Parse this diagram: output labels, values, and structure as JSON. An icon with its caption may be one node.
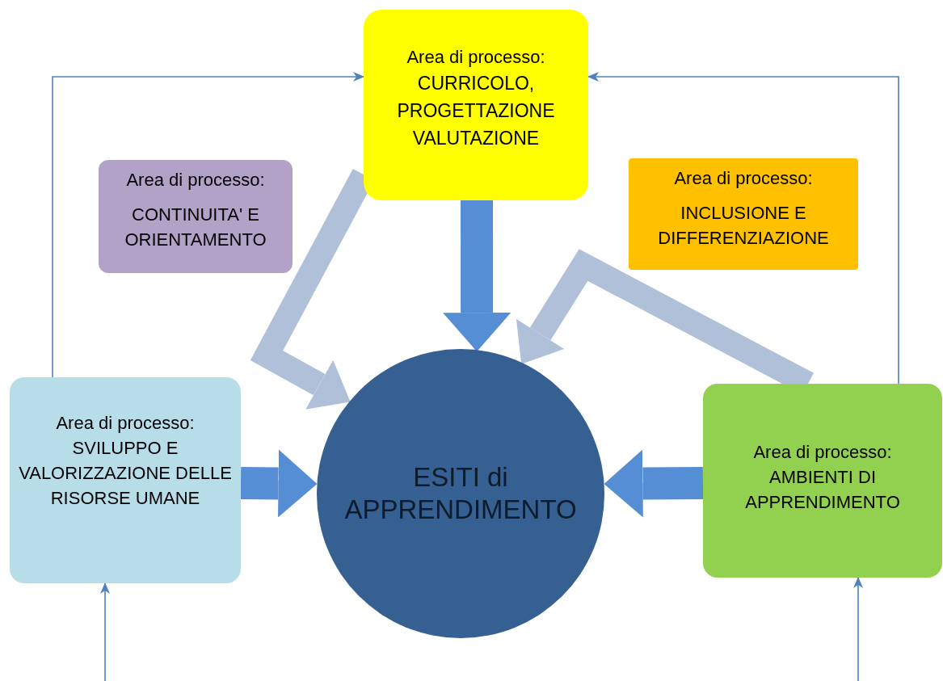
{
  "diagram": {
    "nodes": [
      {
        "text": [
          "Area di processo:",
          "CURRICOLO, PROGETTAZIONE VALUTAZIONE"
        ]
      },
      {
        "text": [
          "Area di processo:",
          "CONTINUITA' E ORIENTAMENTO"
        ]
      },
      {
        "text": [
          "Area di processo:",
          "INCLUSIONE E DIFFERENZIAZIONE"
        ]
      },
      {
        "text": [
          "Area di processo:",
          "SVILUPPO E VALORIZZAZIONE DELLE RISORSE UMANE"
        ]
      },
      {
        "text": [
          "ESITI di APPRENDIMENTO"
        ]
      },
      {
        "text": [
          "Area di processo:",
          "AMBIENTI DI APPRENDIMENTO"
        ]
      }
    ],
    "edges": [
      {
        "from": 0,
        "to": 4,
        "arrow": "to"
      },
      {
        "from": 0,
        "to": 4,
        "arrow": "to",
        "color": "#b0c0d8"
      },
      {
        "from": 5,
        "to": 4,
        "arrow": "to",
        "color": "#b0c0d8"
      },
      {
        "from": 3,
        "to": 4,
        "arrow": "to"
      },
      {
        "from": 5,
        "to": 4,
        "arrow": "to"
      },
      {
        "from": 3,
        "to": 0,
        "arrow": "to"
      },
      {
        "from": 5,
        "to": 0,
        "arrow": "to"
      },
      {
        "from": null,
        "to": 3,
        "arrow": "to"
      },
      {
        "from": null,
        "to": 5,
        "arrow": "to"
      }
    ]
  }
}
